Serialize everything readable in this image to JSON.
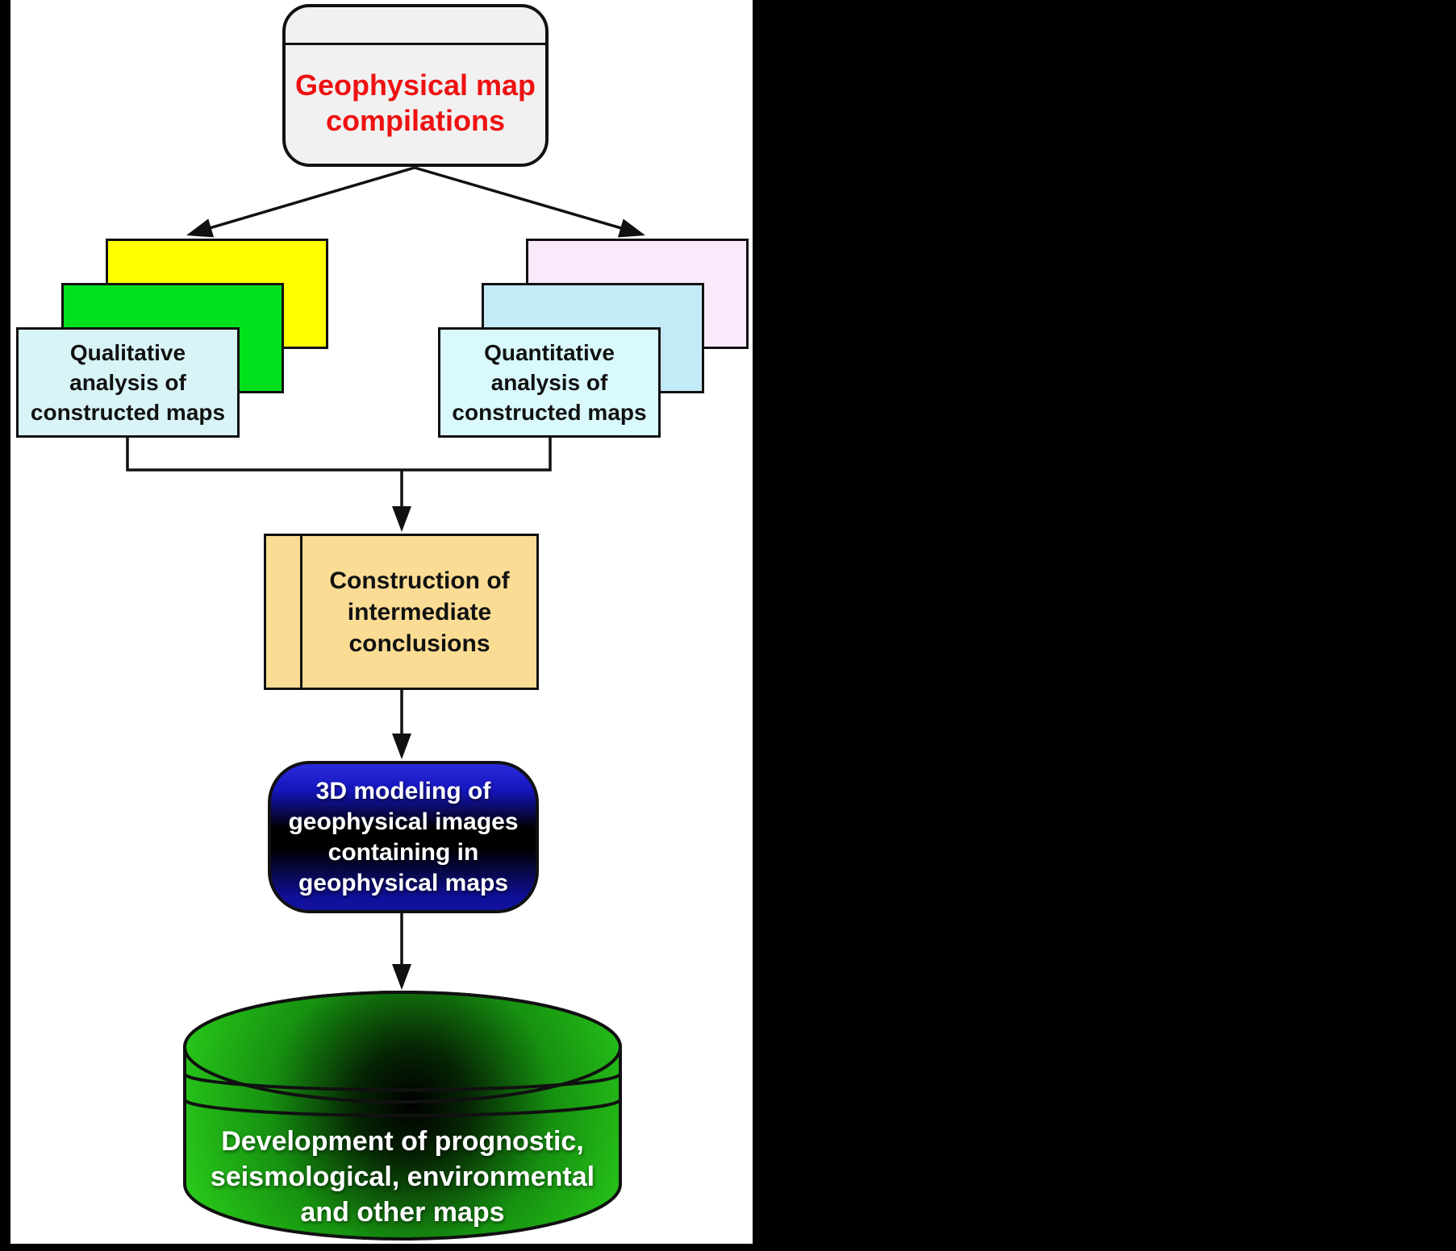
{
  "colors": {
    "canvas": "#000000",
    "panel": "#ffffff",
    "line": "#111111",
    "source-bg": "#f1f1f1",
    "text-red": "#ee1111",
    "text-black": "#111111",
    "text-white": "#ffffff",
    "yellow": "#ffff00",
    "green": "#00e01c",
    "cyan-left": "#d8f4f7",
    "pink": "#fae9fb",
    "blue-mid": "#c3eaf7",
    "cyan-right": "#d9f9fc",
    "tan": "#fbdc94",
    "blue-top": "#2b2bdb",
    "blue-deep": "#10109c",
    "cylinder-green": "#2ecc1b"
  },
  "nodes": {
    "source": {
      "lines": [
        "Geophysical map",
        "compilations"
      ]
    },
    "qualitative": {
      "lines": [
        "Qualitative",
        "analysis of",
        "constructed maps"
      ]
    },
    "quantitative": {
      "lines": [
        "Quantitative",
        "analysis of",
        "constructed maps"
      ]
    },
    "intermediate": {
      "lines": [
        "Construction of",
        "intermediate",
        "conclusions"
      ]
    },
    "modeling": {
      "lines": [
        "3D modeling of",
        "geophysical images",
        "containing in",
        "geophysical maps"
      ]
    },
    "development": {
      "lines": [
        "Development of prognostic,",
        "seismological, environmental",
        "and other maps"
      ]
    }
  }
}
